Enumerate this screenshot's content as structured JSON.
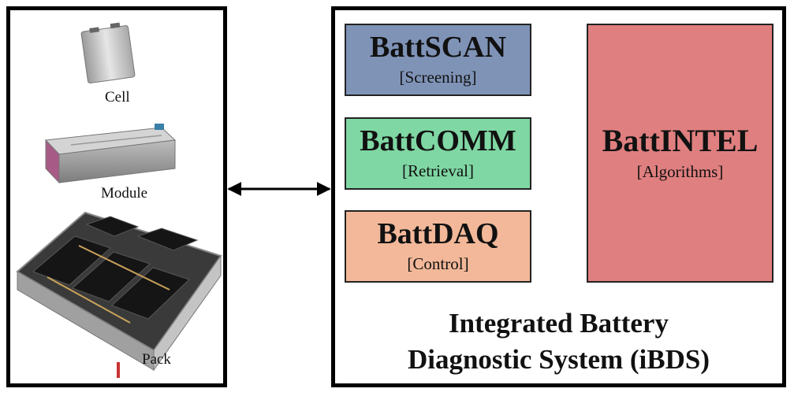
{
  "components": {
    "cell": "Cell",
    "module": "Module",
    "pack": "Pack"
  },
  "blocks": {
    "scan": {
      "title": "BattSCAN",
      "subtitle": "[Screening]"
    },
    "comm": {
      "title": "BattCOMM",
      "subtitle": "[Retrieval]"
    },
    "daq": {
      "title": "BattDAQ",
      "subtitle": "[Control]"
    },
    "intel": {
      "title": "BattINTEL",
      "subtitle": "[Algorithms]"
    }
  },
  "system": {
    "title_line1": "Integrated Battery",
    "title_line2": "Diagnostic System (iBDS)"
  },
  "colors": {
    "scan": "#7f93b7",
    "comm": "#7fd7a3",
    "daq": "#f2b899",
    "intel": "#e07f7f"
  }
}
